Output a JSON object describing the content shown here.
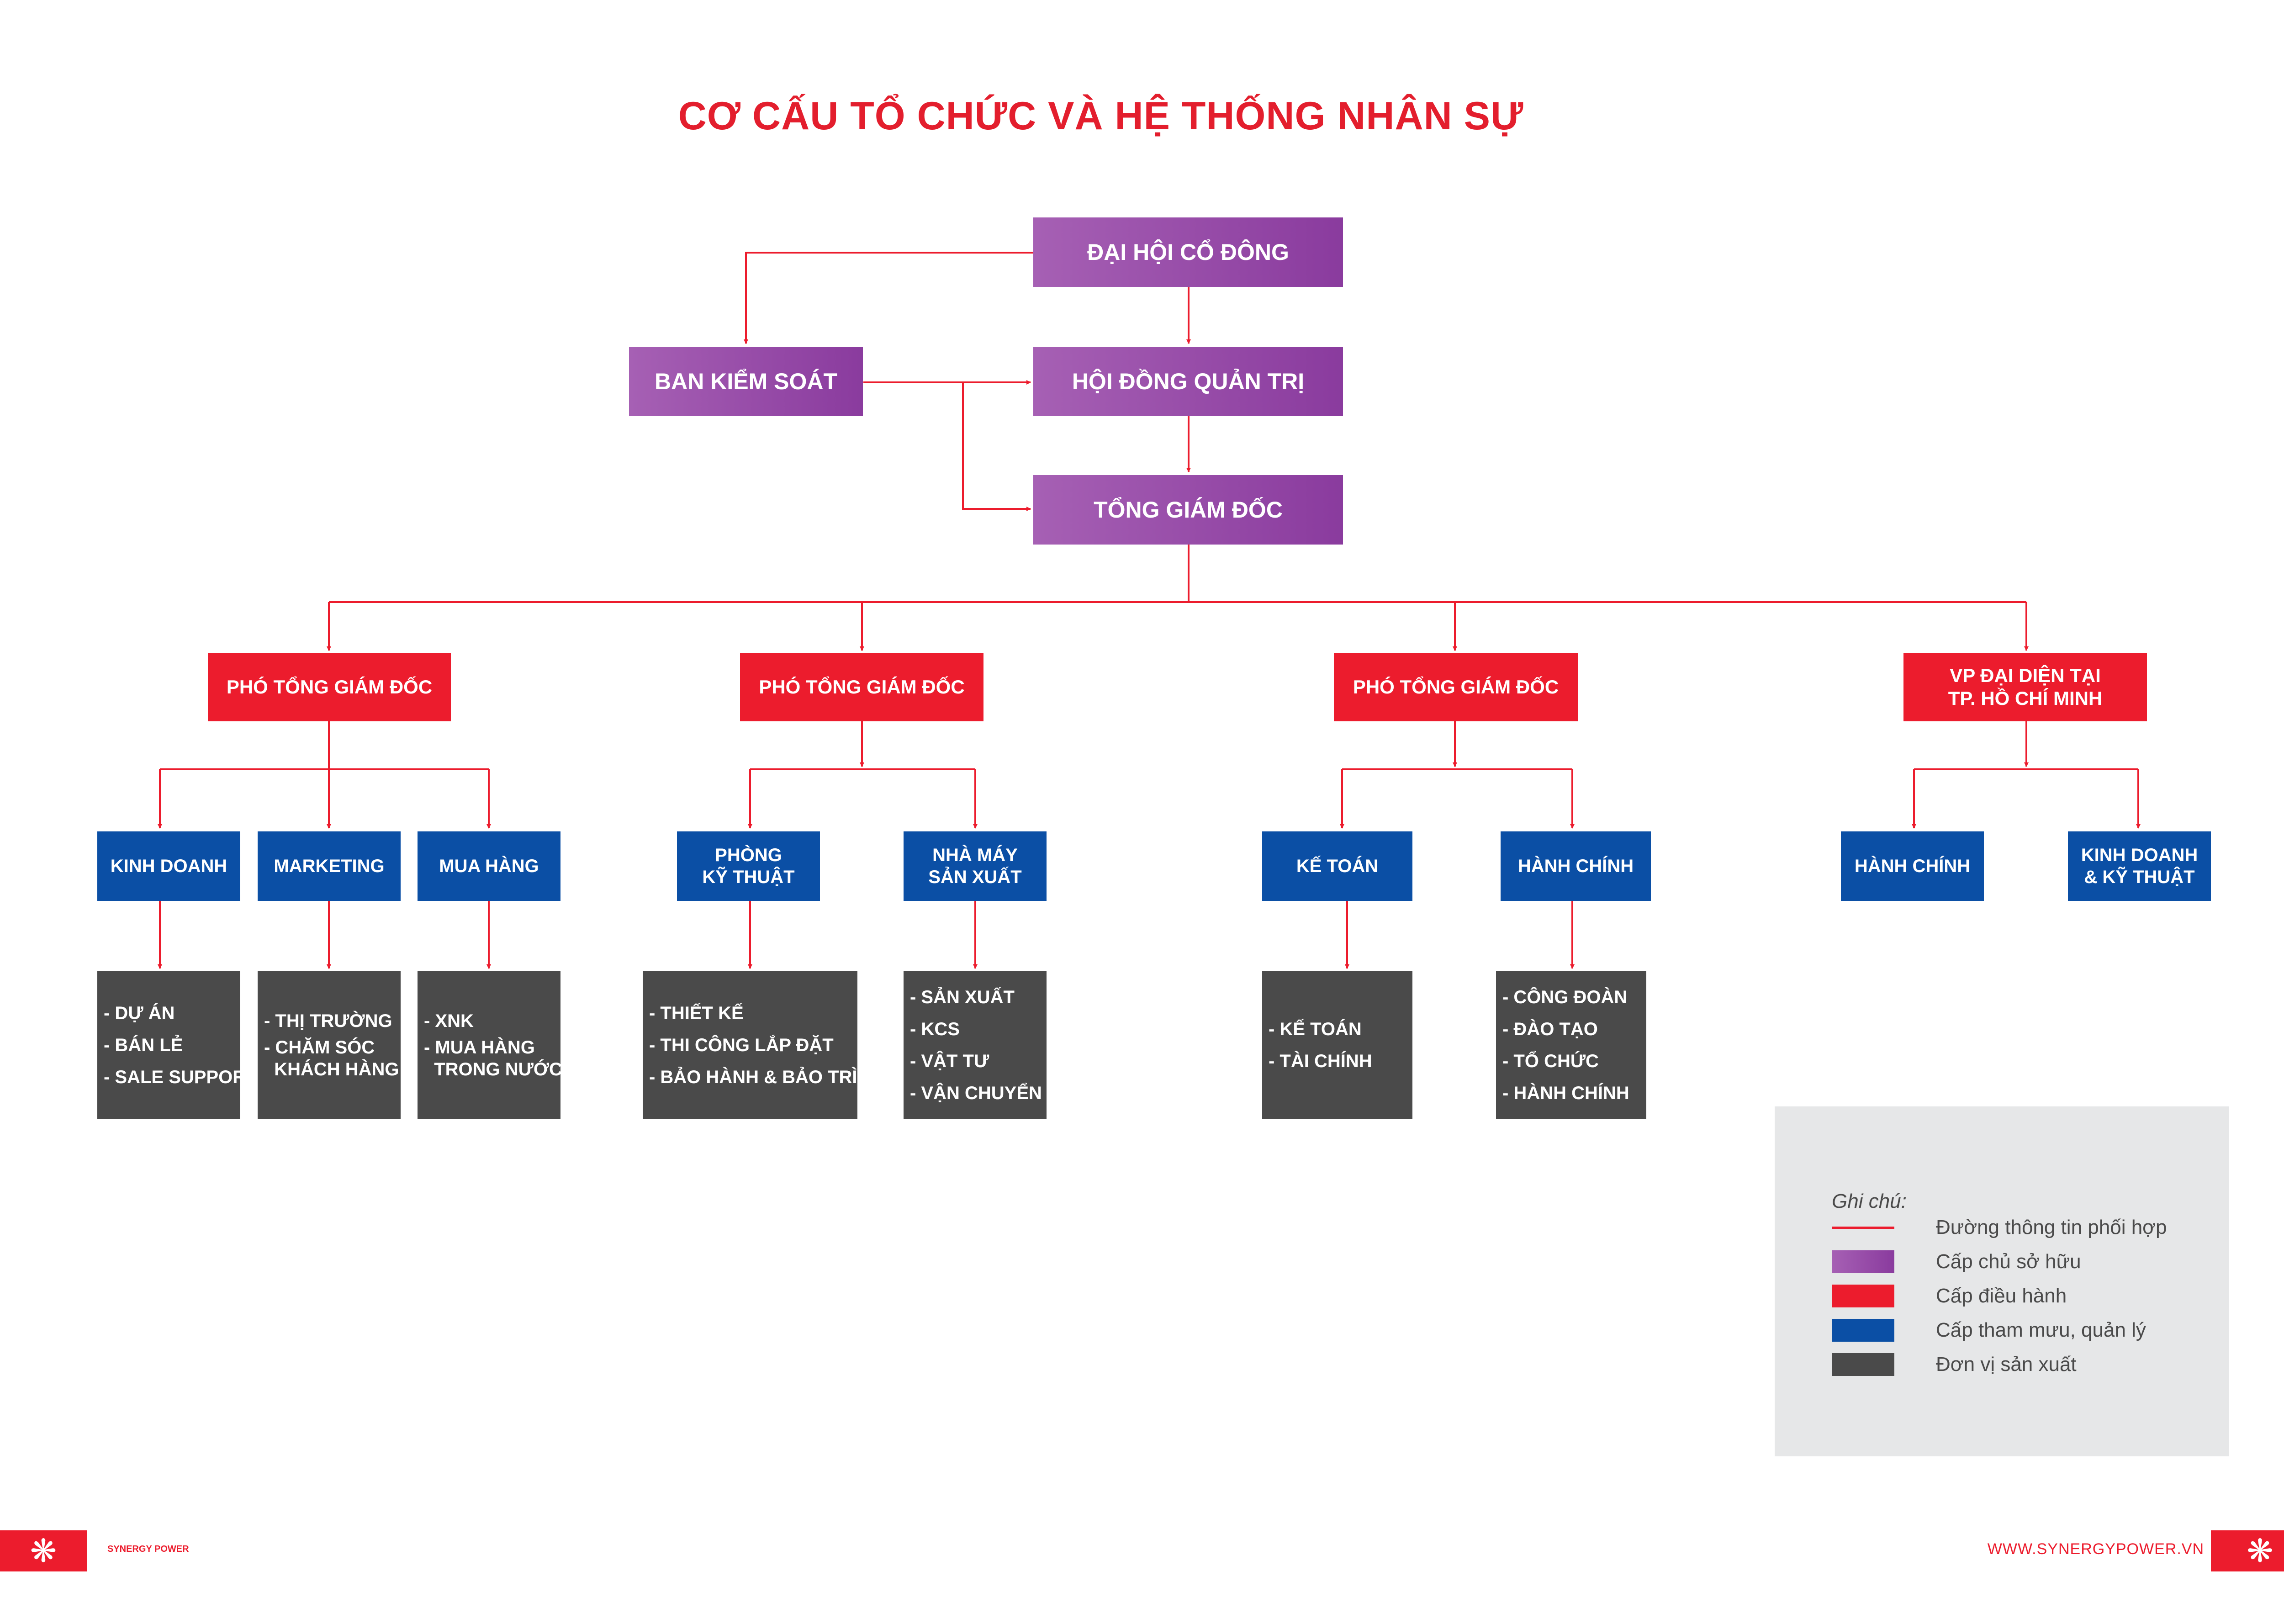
{
  "title": "CƠ CẤU TỔ CHỨC VÀ HỆ THỐNG NHÂN SỰ",
  "colors": {
    "line": "#ec1c2d",
    "owner": "#8a3b9e",
    "executive": "#ec1c2d",
    "staff": "#0b4fa5",
    "unit": "#4a4a4a"
  },
  "owner_level": {
    "shareholders": "ĐẠI HỘI CỔ ĐÔNG",
    "supervisory": "BAN KIỂM SOÁT",
    "board": "HỘI ĐỒNG QUẢN TRỊ",
    "ceo": "TỔNG GIÁM ĐỐC"
  },
  "executives": [
    "PHÓ TỔNG GIÁM ĐỐC",
    "PHÓ TỔNG GIÁM ĐỐC",
    "PHÓ TỔNG GIÁM ĐỐC",
    "VP ĐẠI DIỆN TẠI\nTP. HỒ CHÍ MINH"
  ],
  "departments": [
    "KINH DOANH",
    "MARKETING",
    "MUA HÀNG",
    "PHÒNG\nKỸ THUẬT",
    "NHÀ MÁY\nSẢN XUẤT",
    "KẾ TOÁN",
    "HÀNH CHÍNH",
    "HÀNH CHÍNH",
    "KINH DOANH\n& KỸ THUẬT"
  ],
  "units": [
    [
      "- DỰ ÁN",
      "- BÁN LẺ",
      "- SALE SUPPORT"
    ],
    [
      "- THỊ TRƯỜNG",
      "- CHĂM SÓC\n  KHÁCH HÀNG"
    ],
    [
      "- XNK",
      "- MUA HÀNG\n  TRONG NƯỚC"
    ],
    [
      "- THIẾT KẾ",
      "- THI CÔNG LẮP ĐẶT",
      "- BẢO HÀNH & BẢO TRÌ"
    ],
    [
      "- SẢN XUẤT",
      "- KCS",
      "- VẬT TƯ",
      "- VẬN CHUYỂN"
    ],
    [
      "- KẾ TOÁN",
      "- TÀI CHÍNH"
    ],
    [
      "- CÔNG ĐOÀN",
      "- ĐÀO TẠO",
      "- TỔ CHỨC",
      "- HÀNH CHÍNH"
    ]
  ],
  "legend": {
    "heading": "Ghi chú:",
    "items": [
      {
        "label": "Đường thông tin phối hợp",
        "swatch": "line"
      },
      {
        "label": "Cấp chủ sở hữu",
        "swatch": "owner"
      },
      {
        "label": "Cấp điều hành",
        "swatch": "executive"
      },
      {
        "label": "Cấp tham mưu, quản lý",
        "swatch": "staff"
      },
      {
        "label": "Đơn vị sản xuất",
        "swatch": "unit"
      }
    ]
  },
  "footer": {
    "brand": "SYNERGY POWER",
    "website": "WWW.SYNERGYPOWER.VN"
  }
}
